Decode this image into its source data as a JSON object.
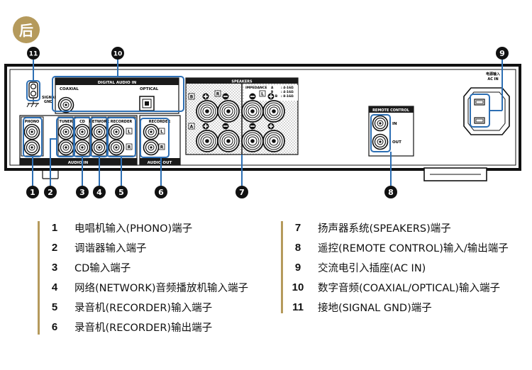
{
  "header": {
    "badge": "后"
  },
  "device": {
    "signal_gnd_label": "SIGNAL\nGND",
    "digital_audio_in": {
      "title": "DIGITAL AUDIO IN",
      "coaxial": "COAXIAL",
      "optical": "OPTICAL"
    },
    "audio_in": {
      "title": "AUDIO IN",
      "phono": "PHONO",
      "tuner": "TUNER",
      "cd": "CD",
      "network": "NETWORK",
      "recorder": "RECORDER",
      "channel_l": "L",
      "channel_r": "R"
    },
    "audio_out": {
      "title": "AUDIO OUT",
      "recorder": "RECORDER",
      "channel_l": "L",
      "channel_r": "R"
    },
    "speakers": {
      "title": "SPEAKERS",
      "impedance_label": "IMPEDANCE",
      "impedance_rows": [
        {
          "set": "A",
          "value": ": 4-16Ω"
        },
        {
          "set": "B",
          "value": ": 4-16Ω"
        },
        {
          "set": "A + B",
          "value": ": 8-16Ω"
        }
      ],
      "box_labels": [
        "B",
        "A"
      ],
      "channel_r": "R",
      "channel_l": "L"
    },
    "remote_control": {
      "title": "REMOTE CONTROL",
      "in": "IN",
      "out": "OUT"
    },
    "ac_in": {
      "label_cn": "电源输入",
      "label_en": "AC IN"
    }
  },
  "callouts": [
    "1",
    "2",
    "3",
    "4",
    "5",
    "6",
    "7",
    "8",
    "9",
    "10",
    "11"
  ],
  "legend": {
    "left": [
      {
        "num": "1",
        "text": "电唱机输入(PHONO)端子"
      },
      {
        "num": "2",
        "text": "调谐器输入端子"
      },
      {
        "num": "3",
        "text": "CD输入端子"
      },
      {
        "num": "4",
        "text": "网络(NETWORK)音频播放机输入端子"
      },
      {
        "num": "5",
        "text": "录音机(RECORDER)输入端子"
      },
      {
        "num": "6",
        "text": "录音机(RECORDER)输出端子"
      }
    ],
    "right": [
      {
        "num": "7",
        "text": "扬声器系统(SPEAKERS)端子"
      },
      {
        "num": "8",
        "text": "遥控(REMOTE CONTROL)输入/输出端子"
      },
      {
        "num": "9",
        "text": "交流电引入插座(AC IN)"
      },
      {
        "num": "10",
        "text": "数字音频(COAXIAL/OPTICAL)输入端子"
      },
      {
        "num": "11",
        "text": "接地(SIGNAL GND)端子"
      }
    ]
  },
  "colors": {
    "callout_line": "#2d6fb4",
    "badge": "#b59a5c",
    "panel": "#1a1a1a"
  }
}
